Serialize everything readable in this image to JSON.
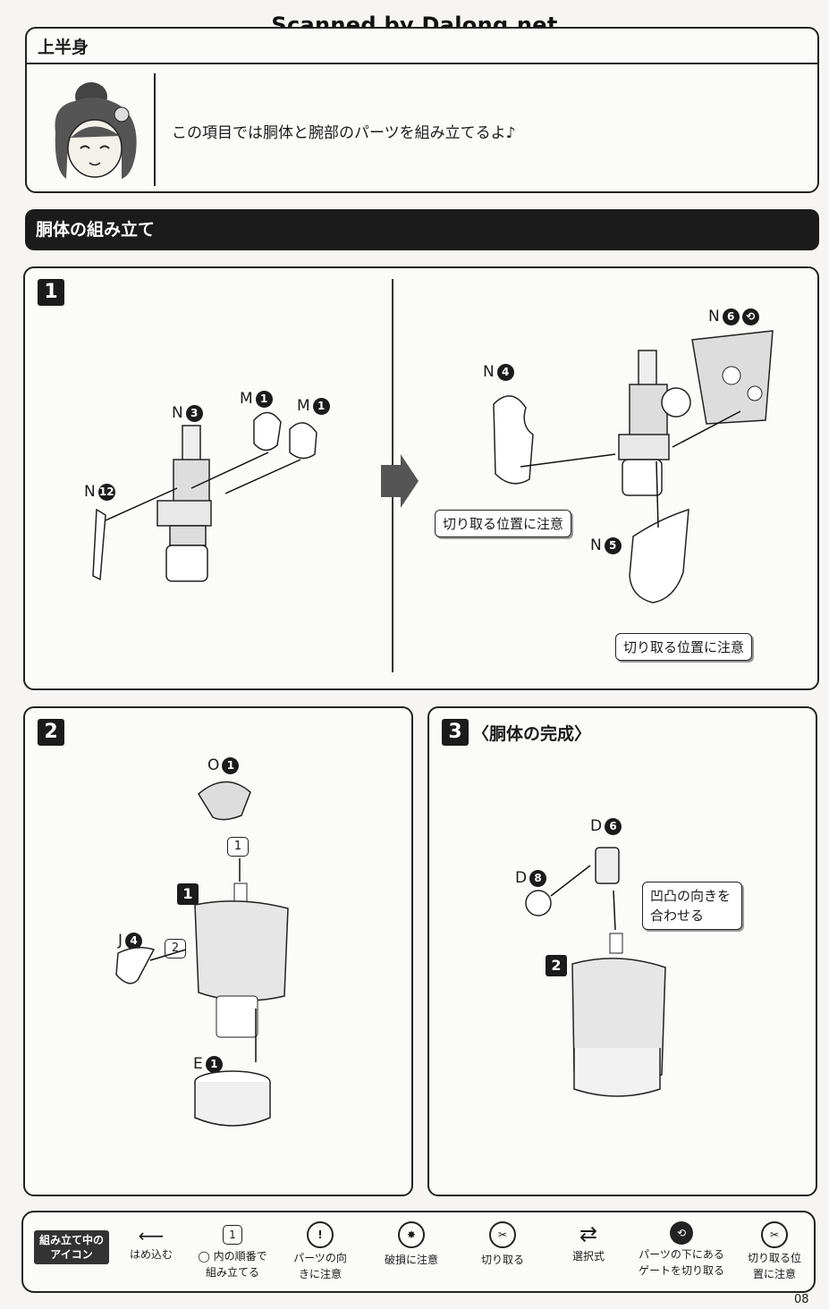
{
  "watermark": "Scanned by Dalong.net",
  "header": {
    "title": "上半身",
    "intro": "この項目では胴体と腕部のパーツを組み立てるよ♪"
  },
  "section": {
    "title": "胴体の組み立て"
  },
  "steps": {
    "step1": {
      "number": "1",
      "labels": [
        {
          "letter": "N",
          "num": "3"
        },
        {
          "letter": "M",
          "num": "1"
        },
        {
          "letter": "M",
          "num": "1"
        },
        {
          "letter": "N",
          "num": "12"
        },
        {
          "letter": "N",
          "num": "6"
        },
        {
          "letter": "N",
          "num": "4"
        },
        {
          "letter": "N",
          "num": "5"
        }
      ],
      "callouts": [
        "切り取る位置に注意",
        "切り取る位置に注意"
      ]
    },
    "step2": {
      "number": "2",
      "labels": [
        {
          "letter": "O",
          "num": "1"
        },
        {
          "letter": "J",
          "num": "4"
        },
        {
          "letter": "E",
          "num": "1"
        }
      ],
      "order_marks": [
        "1",
        "2"
      ],
      "sub_ref": "1"
    },
    "step3": {
      "number": "3",
      "title": "〈胴体の完成〉",
      "labels": [
        {
          "letter": "D",
          "num": "6"
        },
        {
          "letter": "D",
          "num": "8"
        }
      ],
      "callout": "凹凸の向きを合わせる",
      "sub_ref": "2"
    }
  },
  "legend": {
    "badge": "組み立て中のアイコン",
    "items": [
      {
        "icon": "arrow-left-icon",
        "label": "はめ込む"
      },
      {
        "icon": "order-hexagon-icon",
        "glyph": "1",
        "label": "◯ 内の順番で組み立てる"
      },
      {
        "icon": "exclamation-icon",
        "label": "パーツの向きに注意"
      },
      {
        "icon": "damage-icon",
        "label": "破損に注意"
      },
      {
        "icon": "cut-icon",
        "label": "切り取る"
      },
      {
        "icon": "select-arrows-icon",
        "label": "選択式"
      },
      {
        "icon": "gate-cut-icon",
        "label": "パーツの下にあるゲートを切り取る"
      },
      {
        "icon": "cut-position-icon",
        "label": "切り取る位置に注意"
      }
    ]
  },
  "page_number": "08"
}
